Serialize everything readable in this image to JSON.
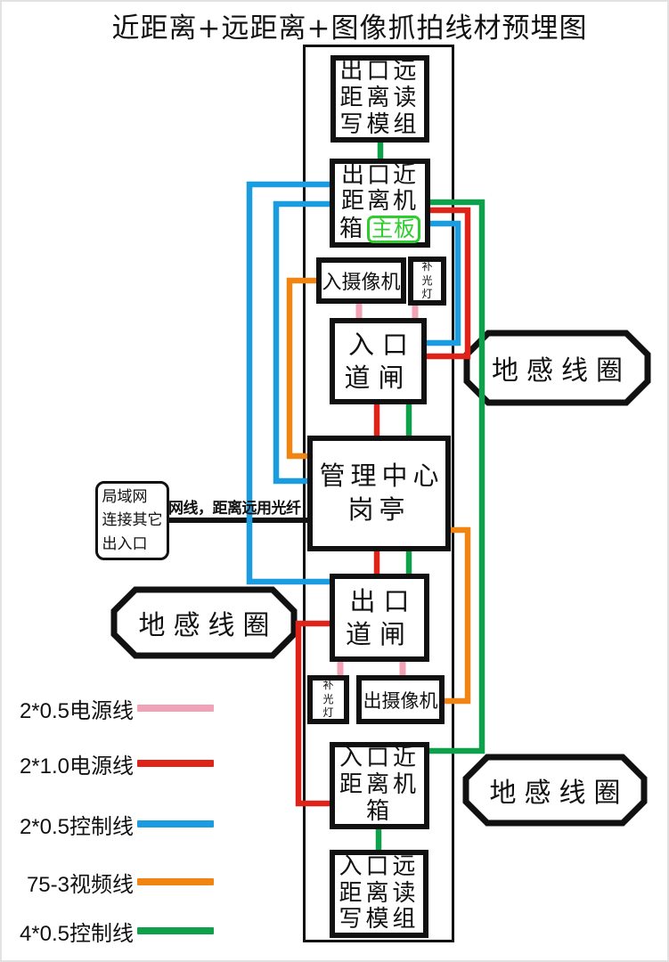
{
  "title": "近距离+远距离+图像抓拍线材预埋图",
  "colors": {
    "power_small_pink": "#F2A2B6",
    "power_large_red": "#E02318",
    "control_small_blue": "#1A9CE0",
    "video_orange": "#F08514",
    "control_large_green": "#0FA04C",
    "mainboard_green": "#2ECC2E"
  },
  "boxes": {
    "exit_far_module": "出口远\n距离读\n写模组",
    "exit_near_cabinet_top": "出口近\n距离机",
    "exit_near_cabinet_last": "箱",
    "mainboard": "主板",
    "entry_camera": "入摄像机",
    "fill_light_top": "补\n光\n灯",
    "entry_barrier": "入口\n道闸",
    "management_booth": "管理中心\n岗亭",
    "exit_barrier": "出口\n道闸",
    "fill_light_bottom": "补\n光\n灯",
    "exit_camera": "出摄像机",
    "entry_near_cabinet": "入口近\n距离机\n箱",
    "entry_far_module": "入口远\n距离读\n写模组",
    "lan": "局域网\n连接其它\n出入口"
  },
  "labels": {
    "network_cable": "网线，距离远用光纤",
    "ground_loop_top_right": "地感线圈",
    "ground_loop_left": "地感线圈",
    "ground_loop_bottom_right": "地感线圈"
  },
  "legend": {
    "items": [
      {
        "label": "2*0.5电源线",
        "color": "#F2A2B6"
      },
      {
        "label": "2*1.0电源线",
        "color": "#E02318"
      },
      {
        "label": "2*0.5控制线",
        "color": "#1A9CE0"
      },
      {
        "label": "75-3视频线",
        "color": "#F08514"
      },
      {
        "label": "4*0.5控制线",
        "color": "#0FA04C"
      }
    ]
  }
}
